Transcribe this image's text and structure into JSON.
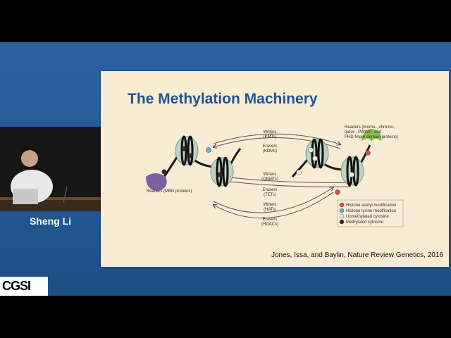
{
  "slide": {
    "title": "The Methylation Machinery",
    "citation": "Jones, Issa, and Baylin, Nature Review Genetics, 2016",
    "diagram": {
      "labels": {
        "writers_kmts": [
          "Writers",
          "(KMTs)"
        ],
        "erasers_kdms": [
          "Erasers",
          "(KDMs)"
        ],
        "writers_dnmts": [
          "Writers",
          "(DNMTs)"
        ],
        "erasers_tets": [
          "Erasers",
          "(TETs)"
        ],
        "writers_hats": [
          "Writers",
          "(HATs)"
        ],
        "erasers_hdacs": [
          "Erasers",
          "(HDACs)"
        ],
        "readers_mbd": "Readers (MBD proteins)",
        "readers_bromo": [
          "Readers (bromo-, chromo-,",
          "tudor-, PWWP- and",
          "PHD finger-domain proteins)"
        ]
      },
      "legend": [
        {
          "label": "Histone acetyl modification",
          "color": "#d9503f"
        },
        {
          "label": "Histone lysine modification",
          "color": "#5bb8c8"
        },
        {
          "label": "Unmethylated cytosine",
          "color": "#f2eedf"
        },
        {
          "label": "Methylated cytosine",
          "color": "#2e2a24"
        }
      ]
    }
  },
  "speaker": {
    "name": "Sheng Li"
  },
  "logo": {
    "text": "CGSI"
  },
  "colors": {
    "background_blue": "#215892",
    "slide_bg": "#f8ecd4",
    "title": "#1f5590"
  }
}
